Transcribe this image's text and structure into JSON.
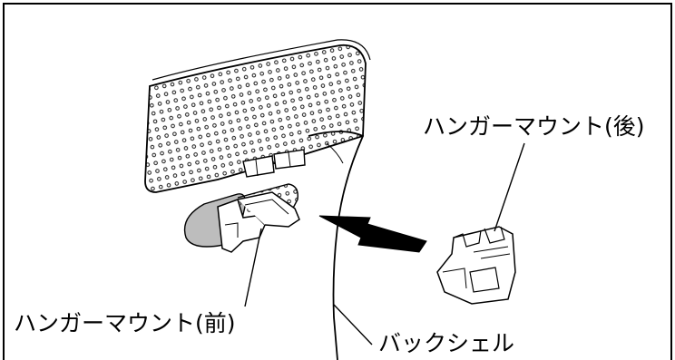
{
  "labels": {
    "hanger_mount_rear": "ハンガーマウント(後)",
    "hanger_mount_front": "ハンガーマウント(前)",
    "back_shell": "バックシェル"
  },
  "colors": {
    "line": "#000000",
    "background": "#ffffff",
    "shade": "#bdbdbd"
  }
}
